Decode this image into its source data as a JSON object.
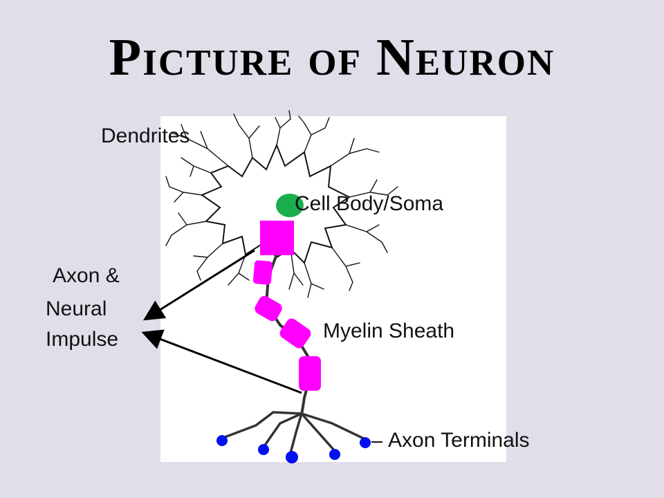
{
  "title": "Picture of Neuron",
  "labels": {
    "dendrites": "Dendrites",
    "cell_body": "Cell Body/Soma",
    "axon_line1": "Axon &",
    "axon_line2": "Neural",
    "axon_line3": "Impulse",
    "myelin": "Myelin Sheath",
    "terminals": "Axon Terminals"
  },
  "colors": {
    "background": "#e1dde9",
    "panel": "#ffffff",
    "myelin": "#ff00ff",
    "nucleus": "#1aae4e",
    "terminal": "#0010f0",
    "ink": "#111111"
  }
}
